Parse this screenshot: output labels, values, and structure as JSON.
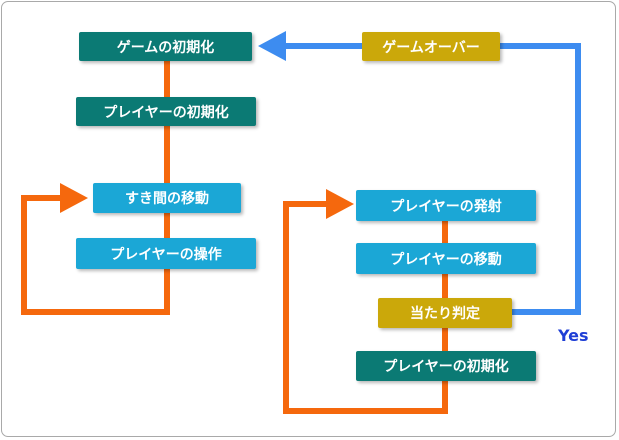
{
  "colors": {
    "teal": "#0b7a74",
    "cyan": "#1ba7d6",
    "gold": "#cba80a",
    "orange_arrow": "#f5680d",
    "blue_arrow": "#3d8cf0",
    "yes_text": "#1f3fd6"
  },
  "nodes": {
    "game_init": "ゲームの初期化",
    "player_init_left": "プレイヤーの初期化",
    "gap_move": "すき間の移動",
    "player_control": "プレイヤーの操作",
    "game_over": "ゲームオーバー",
    "player_fire": "プレイヤーの発射",
    "player_move": "プレイヤーの移動",
    "hit_test": "当たり判定",
    "player_init_right": "プレイヤーの初期化"
  },
  "edge_labels": {
    "yes": "Yes"
  }
}
